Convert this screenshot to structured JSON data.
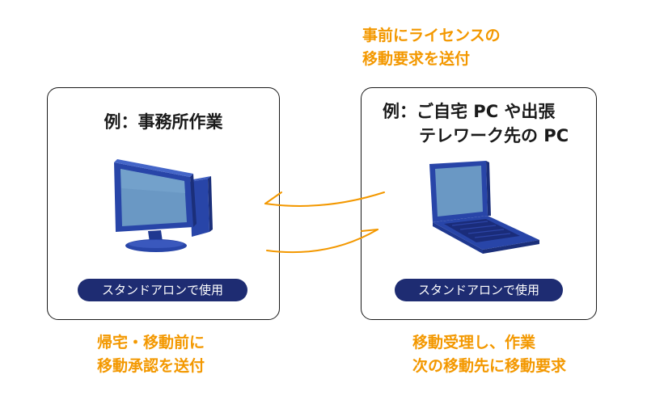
{
  "left_panel": {
    "title": "例：事務所作業",
    "status": "スタンドアロンで使用"
  },
  "right_panel": {
    "title_line1": "例：ご自宅 PC や出張",
    "title_line2": "テレワーク先の PC",
    "status": "スタンドアロンで使用"
  },
  "captions": {
    "top_line1": "事前にライセンスの",
    "top_line2": "移動要求を送付",
    "bottom_left_line1": "帰宅・移動前に",
    "bottom_left_line2": "移動承認を送付",
    "bottom_right_line1": "移動受理し、作業",
    "bottom_right_line2": "次の移動先に移動要求"
  },
  "colors": {
    "accent_orange": "#f39800",
    "pill_navy": "#1e2c72",
    "device_blue": "#2845a8",
    "screen_blue": "#6a98c4"
  },
  "icons": {
    "left_device": "desktop-monitor-icon",
    "right_device": "laptop-icon",
    "connector": "exchange-arrows"
  }
}
